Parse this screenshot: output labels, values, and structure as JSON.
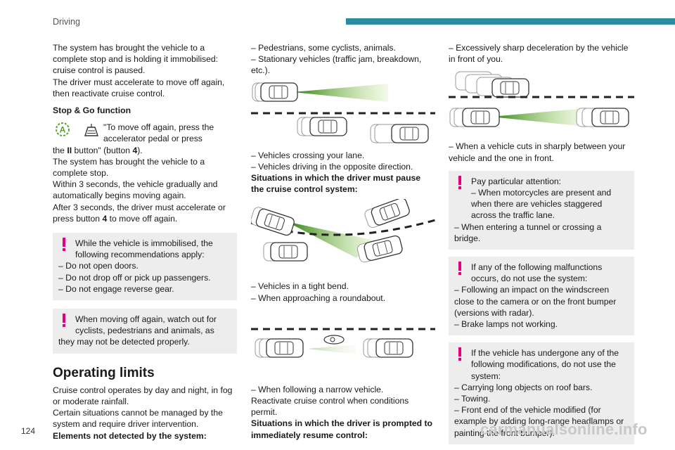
{
  "header": {
    "section": "Driving"
  },
  "page_number": "124",
  "watermark": "carmanualsonline.info",
  "col1": {
    "p1": "The system has brought the vehicle to a complete stop and is holding it immobilised: cruise control is paused.",
    "p2": "The driver must accelerate to move off again, then reactivate cruise control.",
    "stop_go_heading": "Stop & Go function",
    "stop_go_text_a": "\"To move off again, press the accelerator pedal or press",
    "stop_go_text_b1": "the ",
    "stop_go_text_b2": "II",
    "stop_go_text_b3": " button\" (button ",
    "stop_go_text_b4": "4",
    "stop_go_text_b5": ").",
    "p3": "The system has brought the vehicle to a complete stop.",
    "p4": "Within 3 seconds, the vehicle gradually and automatically begins moving again.",
    "p5a": "After 3 seconds, the driver must accelerate or press button ",
    "p5b": "4",
    "p5c": " to move off again.",
    "alert1": {
      "intro": "While the vehicle is immobilised, the following recommendations apply:",
      "items": [
        "– Do not open doors.",
        "– Do not drop off or pick up passengers.",
        "– Do not engage reverse gear."
      ]
    },
    "alert2": {
      "intro": "When moving off again, watch out for cyclists, pedestrians and animals, as",
      "rest": "they may not be detected properly."
    },
    "limits_heading": "Operating limits",
    "limits_p1": "Cruise control operates by day and night, in fog or moderate rainfall.",
    "limits_p2": "Certain situations cannot be managed by the system and require driver intervention.",
    "limits_bold": "Elements not detected by the system:"
  },
  "col2": {
    "list1": [
      "– Pedestrians, some cyclists, animals.",
      "– Stationary vehicles (traffic jam, breakdown, etc.)."
    ],
    "list2": [
      "– Vehicles crossing your lane.",
      "– Vehicles driving in the opposite direction."
    ],
    "bold1": "Situations in which the driver must pause the cruise control system:",
    "list3": [
      "– Vehicles in a tight bend.",
      "– When approaching a roundabout."
    ],
    "list4": [
      "– When following a narrow vehicle."
    ],
    "p_reactivate": "Reactivate cruise control when conditions permit.",
    "bold2": "Situations in which the driver is prompted to immediately resume control:"
  },
  "col3": {
    "list1": [
      "– Excessively sharp deceleration by the vehicle in front of you."
    ],
    "list2": [
      "– When a vehicle cuts in sharply between your vehicle and the one in front."
    ],
    "alert1": {
      "intro": "Pay particular attention:",
      "items": [
        "– When motorcycles are present and when there are vehicles staggered across the traffic lane.",
        "– When entering a tunnel or crossing a bridge."
      ]
    },
    "alert2": {
      "intro": "If any of the following malfunctions occurs, do not use the system:",
      "items": [
        "– Following an impact on the windscreen close to the camera or on the front bumper (versions with radar).",
        "– Brake lamps not working."
      ]
    },
    "alert3": {
      "intro": "If the vehicle has undergone any of the following modifications, do not use the system:",
      "items": [
        "– Carrying long objects on roof bars.",
        "– Towing.",
        "– Front end of the vehicle modified (for example by adding long-range headlamps or painting the front bumper)."
      ]
    }
  },
  "colors": {
    "accent": "#2a8c9c",
    "warning": "#e3007a",
    "alert_bg": "#ededed",
    "radar_green": "#5aa02c"
  }
}
